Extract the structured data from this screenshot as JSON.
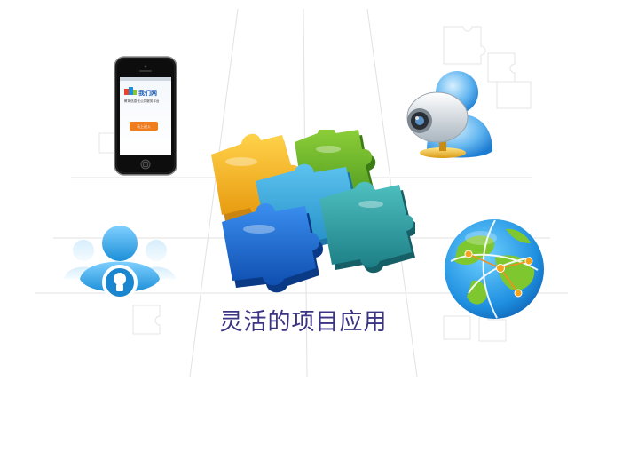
{
  "slide": {
    "caption": "灵活的项目应用"
  },
  "phone_screen": {
    "brand": "我们网",
    "tagline": "教育信息化公共服务平台",
    "login_button": "马上进入"
  },
  "icons": [
    "puzzle-icon",
    "phone-icon",
    "webcam-icon",
    "user-icon",
    "globe-icon"
  ],
  "colors": {
    "caption": "#3b3484",
    "puzzle_yellow": "#f6b322",
    "puzzle_green": "#6fb22d",
    "puzzle_blue": "#1c6fd8",
    "puzzle_teal": "#2d9ea3",
    "puzzle_lightblue": "#3aa6d8"
  }
}
